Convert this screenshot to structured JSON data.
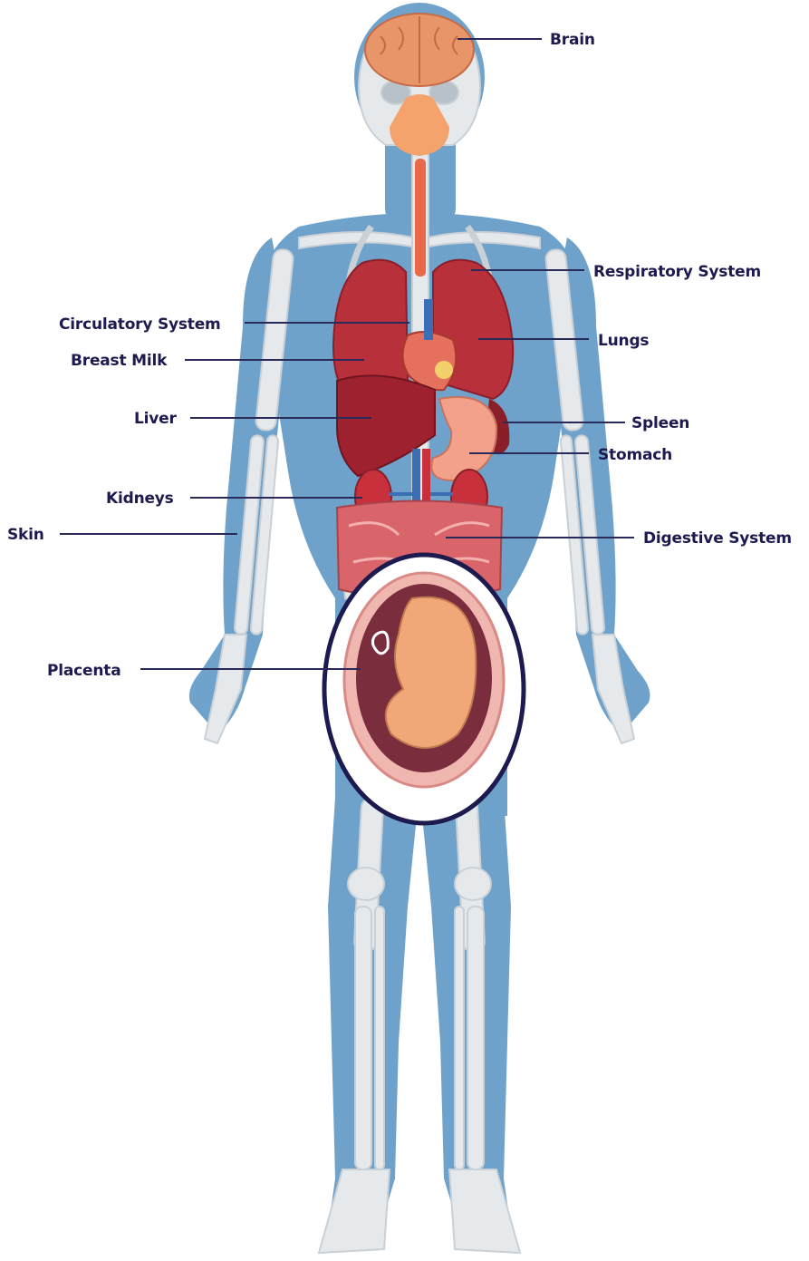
{
  "labels": {
    "brain": "Brain",
    "respiratory": "Respiratory System",
    "circulatory": "Circulatory System",
    "lungs": "Lungs",
    "breast_milk": "Breast Milk",
    "liver": "Liver",
    "spleen": "Spleen",
    "stomach": "Stomach",
    "kidneys": "Kidneys",
    "skin": "Skin",
    "digestive": "Digestive System",
    "placenta": "Placenta"
  },
  "colors": {
    "label_text": "#1d1a4f",
    "leader_line": "#2a2a5a",
    "body_silhouette": "#5f99c6",
    "bone": "#e6e9ec",
    "brain": "#e8956a",
    "lungs": "#b8303a",
    "liver": "#9e2130",
    "stomach": "#f3a18b",
    "kidneys": "#c8313c",
    "intestines": "#d9646a",
    "womb_ring": "#1d1a4f",
    "fetus": "#f1a878"
  }
}
